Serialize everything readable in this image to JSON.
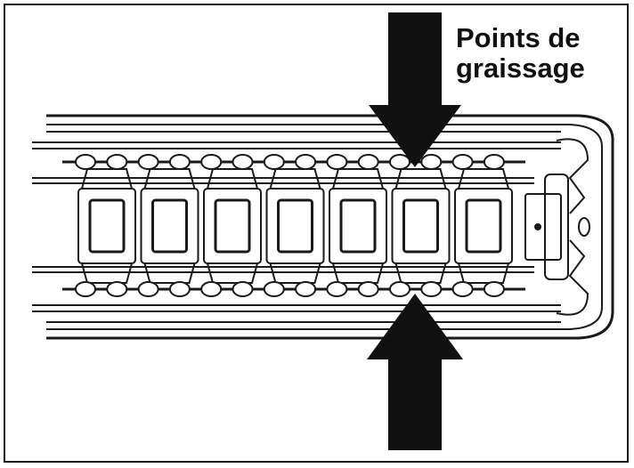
{
  "caption": {
    "line1": "Points de",
    "line2": "graissage"
  },
  "diagram": {
    "subject": "ball-bearing drawer slide",
    "ball_cage_windows": 7,
    "upper_ball_count": 14,
    "lower_ball_count": 14,
    "arrow_color": "#111111",
    "line_color": "#1a1a1a",
    "arrows": [
      "arrow-down-icon",
      "arrow-up-icon"
    ]
  }
}
